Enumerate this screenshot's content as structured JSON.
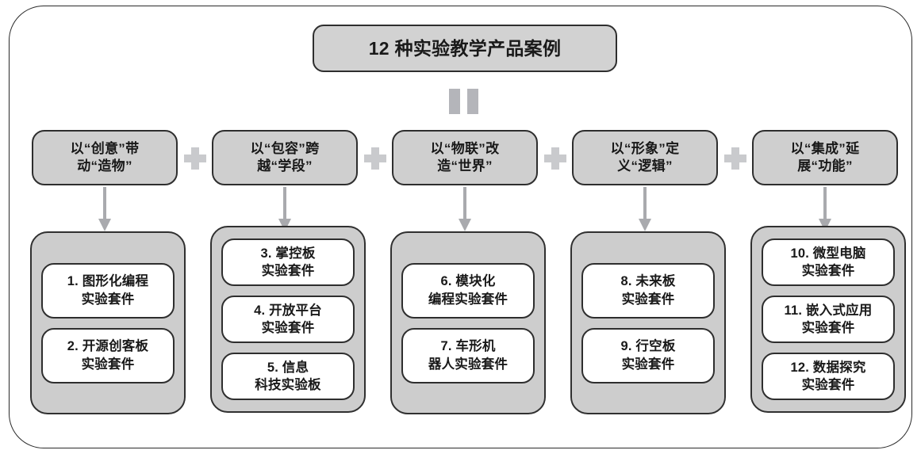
{
  "diagram": {
    "type": "hierarchy-flow",
    "title": "12 种实验教学产品案例",
    "connector_title_to_row": "double-bar-equals",
    "colors": {
      "frame_border": "#2a2a2a",
      "node_fill_gray": "#cfcfcf",
      "group_fill_gray": "#cdcdcd",
      "card_fill": "#ffffff",
      "node_border": "#2e2e2e",
      "connector_gray": "#a9aaae",
      "plus_gray": "#c9cacd",
      "text": "#181818"
    },
    "columns": [
      {
        "header": "以“创意”带动“造物”",
        "header_line1": "以“创意”带",
        "header_line2": "动“造物”",
        "separator_after": "plus",
        "items": [
          {
            "line1": "1. 图形化编程",
            "line2": "实验套件"
          },
          {
            "line1": "2. 开源创客板",
            "line2": "实验套件"
          }
        ]
      },
      {
        "header": "以“包容”跨越“学段”",
        "header_line1": "以“包容”跨",
        "header_line2": "越“学段”",
        "separator_after": "plus",
        "items": [
          {
            "line1": "3. 掌控板",
            "line2": "实验套件"
          },
          {
            "line1": "4. 开放平台",
            "line2": "实验套件"
          },
          {
            "line1": "5. 信息",
            "line2": "科技实验板"
          }
        ]
      },
      {
        "header": "以“物联”改造“世界”",
        "header_line1": "以“物联”改",
        "header_line2": "造“世界”",
        "separator_after": "plus",
        "items": [
          {
            "line1": "6. 模块化",
            "line2": "编程实验套件"
          },
          {
            "line1": "7. 车形机",
            "line2": "器人实验套件"
          }
        ]
      },
      {
        "header": "以“形象”定义“逻辑”",
        "header_line1": "以“形象”定",
        "header_line2": "义“逻辑”",
        "separator_after": "plus",
        "items": [
          {
            "line1": "8. 未来板",
            "line2": "实验套件"
          },
          {
            "line1": "9. 行空板",
            "line2": "实验套件"
          }
        ]
      },
      {
        "header": "以“集成”延展“功能”",
        "header_line1": "以“集成”延",
        "header_line2": "展“功能”",
        "separator_after": "",
        "items": [
          {
            "line1": "10. 微型电脑",
            "line2": "实验套件"
          },
          {
            "line1": "11. 嵌入式应用",
            "line2": "实验套件"
          },
          {
            "line1": "12. 数据探究",
            "line2": "实验套件"
          }
        ]
      }
    ]
  }
}
